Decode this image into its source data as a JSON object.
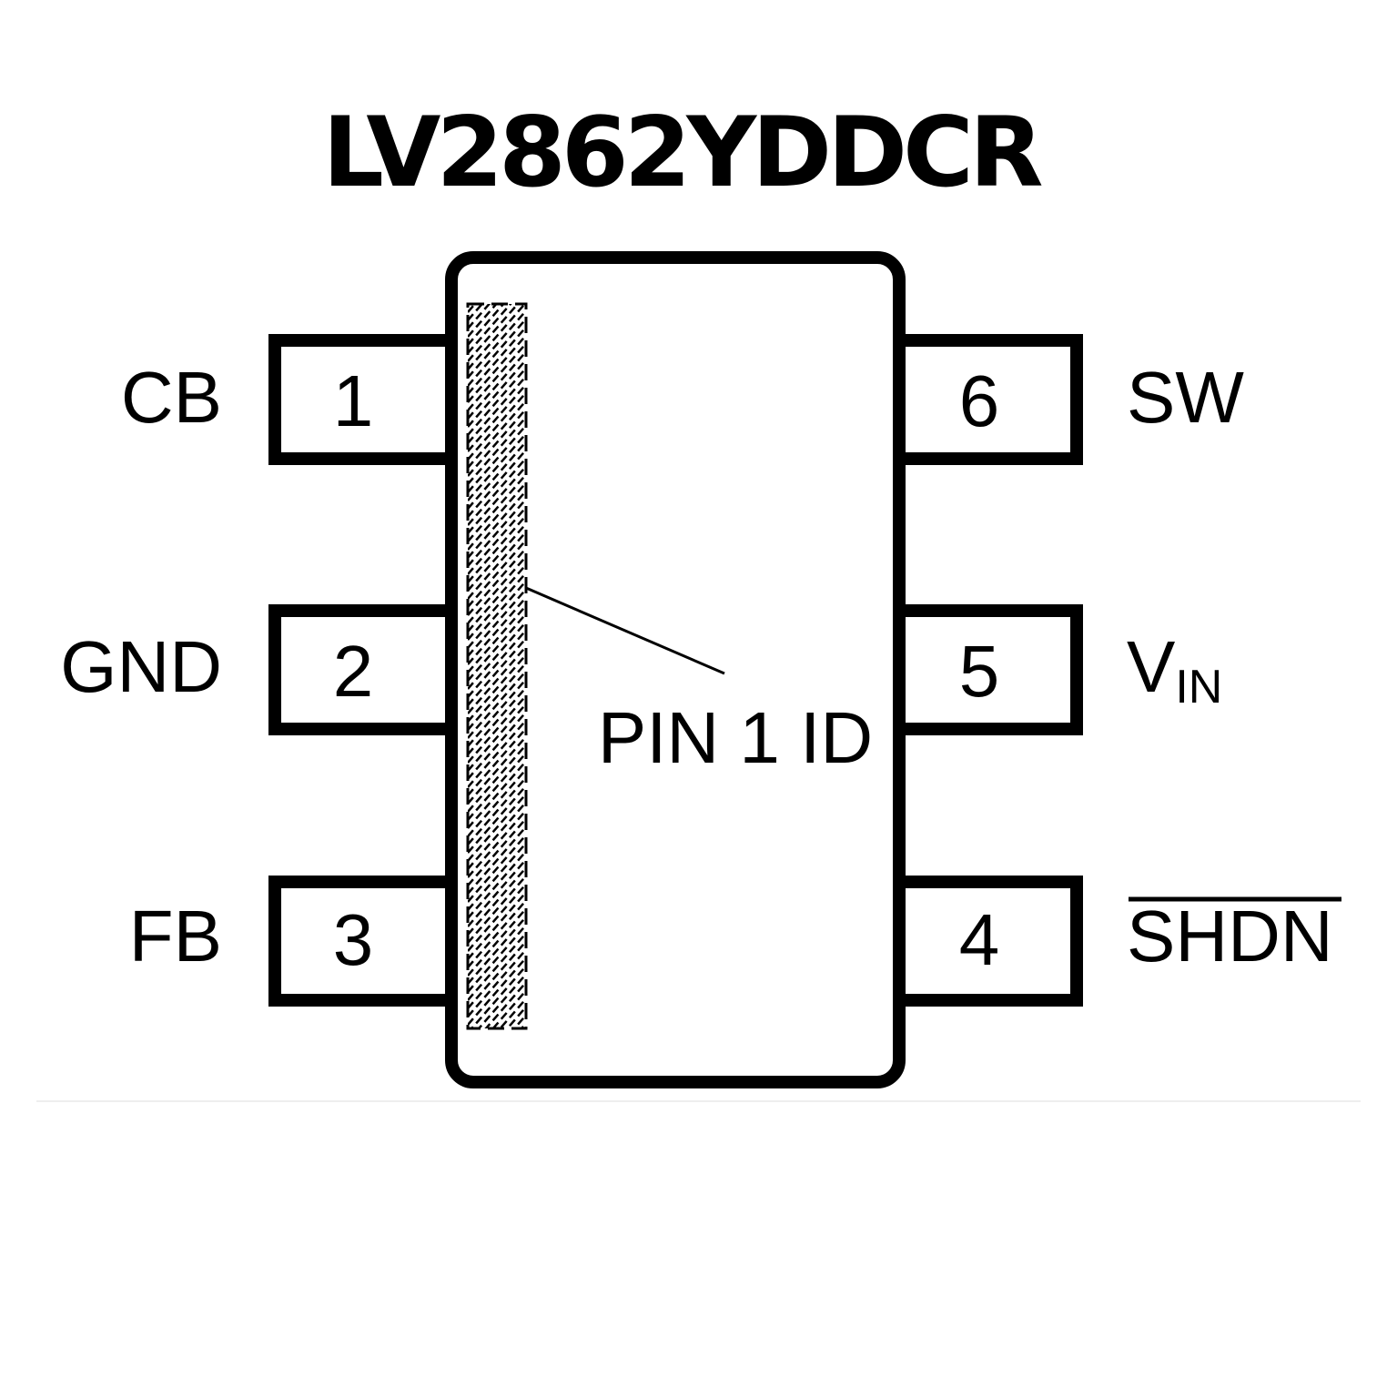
{
  "title": "LV2862YDDCR",
  "pin1_id_label": "PIN 1 ID",
  "pins": {
    "left": [
      {
        "number": "1",
        "name": "CB"
      },
      {
        "number": "2",
        "name": "GND"
      },
      {
        "number": "3",
        "name": "FB"
      }
    ],
    "right": [
      {
        "number": "6",
        "name": "SW"
      },
      {
        "number": "5",
        "name": "V",
        "subscript": "IN"
      },
      {
        "number": "4",
        "name": "SHDN",
        "overbar": true
      }
    ]
  },
  "colors": {
    "stroke": "#000000",
    "background": "#ffffff",
    "divider": "#eeeeee"
  }
}
